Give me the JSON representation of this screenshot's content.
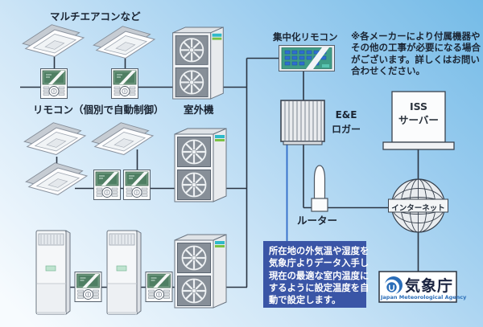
{
  "labels": {
    "multi_aircon": "マルチエアコンなど",
    "remote_individual": "リモコン（個別で自動制御）",
    "outdoor_unit": "室外機",
    "central_remote": "集中化リモコン",
    "ee_logger_line1": "E&E",
    "ee_logger_line2": "ロガー",
    "iss_line1": "ISS",
    "iss_line2": "サーバー",
    "router": "ルーター",
    "internet": "インターネット",
    "jma_jp": "気象庁",
    "jma_en": "Japan Meteorological Agency"
  },
  "note": {
    "lines": [
      "※各メーカーにより付属機器や",
      "その他の工事が必要になる場合",
      "がございます。詳しくはお問い",
      "合わせください。"
    ]
  },
  "callout": {
    "lines": [
      "所在地の外気温や湿度を",
      "気象庁よりデータ入手し",
      "現在の最適な室内温度に",
      "するように設定温度を自",
      "動で設定します。"
    ]
  },
  "colors": {
    "background_top_right": "#74bbe7",
    "background_bottom_left": "#f7fbfe",
    "wire": "#2a3442",
    "wire_blue": "#2f6bc8",
    "label_text": "#1b2533",
    "callout_bg": "#3a55a6",
    "callout_text": "#ffffff",
    "remote_screen_green": "#4f7f63",
    "central_remote_face": "#3f9c87",
    "jma_blue": "#2a6db8"
  }
}
